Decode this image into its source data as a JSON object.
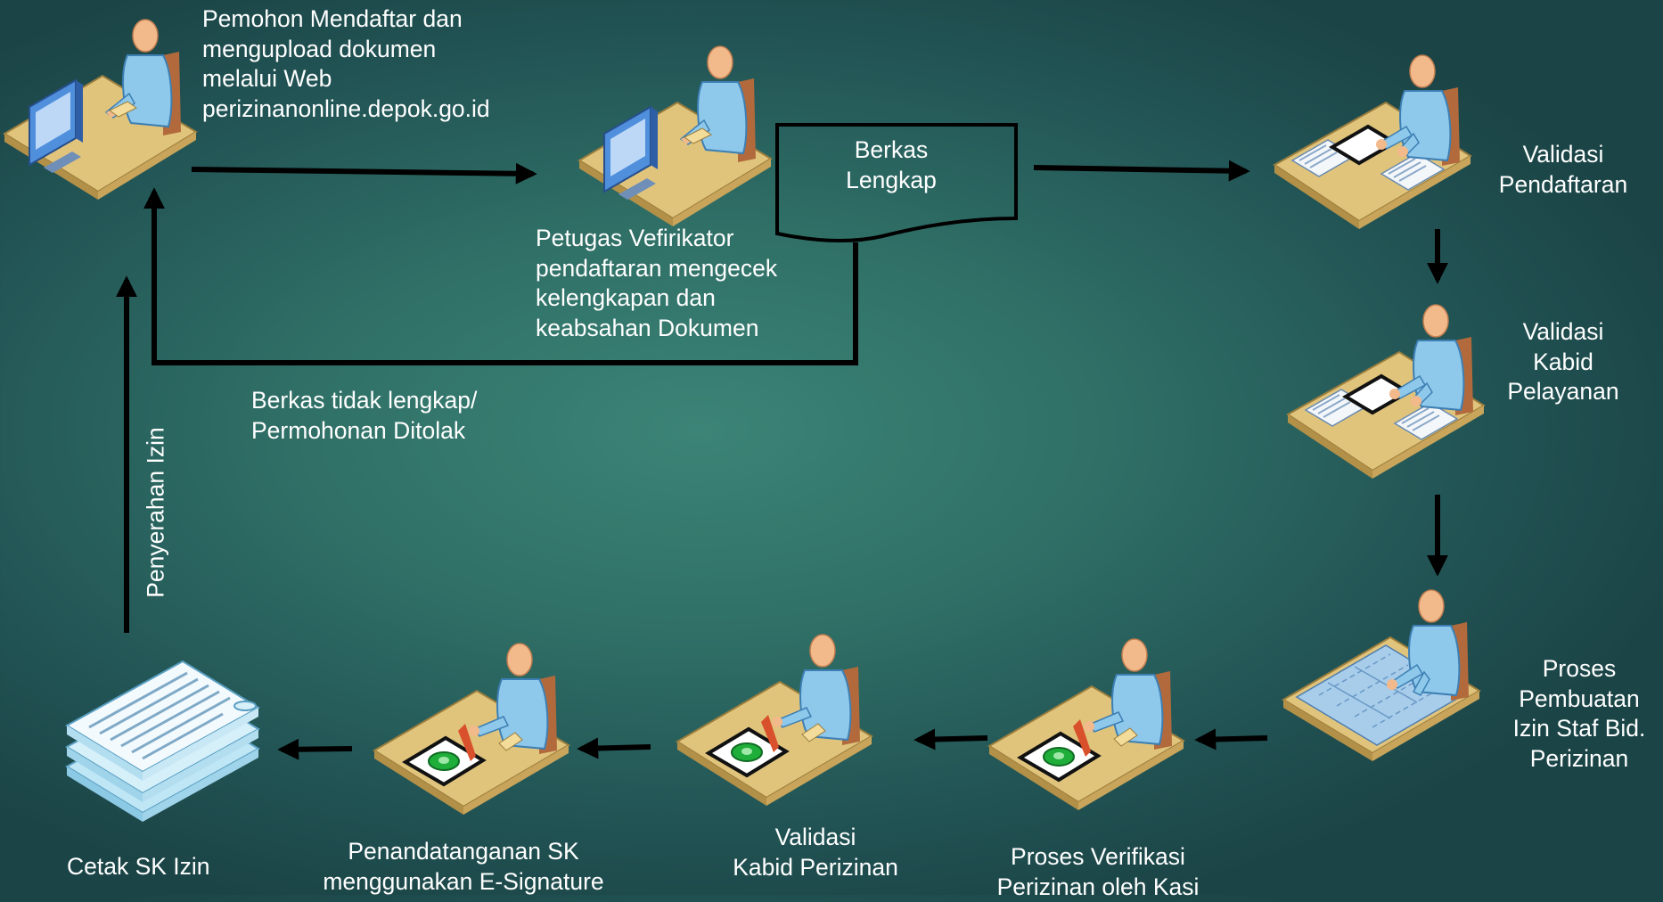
{
  "labels": {
    "pemohon": [
      "Pemohon Mendaftar  dan",
      "mengupload dokumen",
      "melalui Web",
      "perizinanonline.depok.go.id"
    ],
    "petugas": [
      "Petugas Vefirikator",
      "pendaftaran mengecek",
      "kelengkapan dan",
      "keabsahan Dokumen"
    ],
    "berkas": [
      "Berkas",
      "Lengkap"
    ],
    "ditolak": [
      "Berkas tidak lengkap/",
      "Permohonan Ditolak"
    ],
    "validasi_pendaftaran": [
      "Validasi",
      "Pendaftaran"
    ],
    "validasi_kabid_pelayanan": [
      "Validasi",
      "Kabid",
      "Pelayanan"
    ],
    "proses_pembuatan": [
      "Proses",
      "Pembuatan",
      "Izin Staf Bid.",
      "Perizinan"
    ],
    "proses_verifikasi": [
      "Proses Verifikasi",
      "Perizinan  oleh Kasi"
    ],
    "validasi_kabid_perizinan": [
      "Validasi",
      "Kabid Perizinan"
    ],
    "penandatanganan": [
      "Penandatanganan SK",
      "menggunakan E-Signature"
    ],
    "cetak": "Cetak SK Izin",
    "penyerahan": "Penyerahan Izin"
  },
  "icons": {
    "applicant": "person-at-computer-icon",
    "verifier": "person-at-computer-icon",
    "validasi_pendaftaran": "person-reviewing-documents-icon",
    "validasi_kabid_pelayanan": "person-reviewing-documents-icon",
    "proses_pembuatan": "person-drafting-blueprint-icon",
    "proses_verifikasi": "person-stamping-document-icon",
    "validasi_kabid_perizinan": "person-stamping-document-icon",
    "penandatanganan": "person-stamping-document-icon",
    "cetak": "stacked-documents-icon"
  },
  "colors": {
    "background": "#2f6f66",
    "text": "#ffffff",
    "arrow": "#000000"
  }
}
